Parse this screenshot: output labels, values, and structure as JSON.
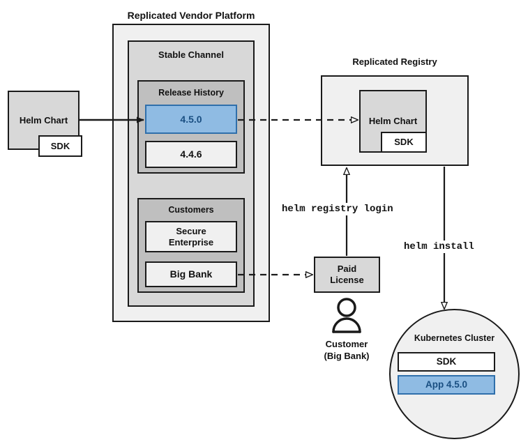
{
  "diagram": {
    "title_platform": "Replicated Vendor Platform",
    "title_registry": "Replicated Registry",
    "group_stable_channel": "Stable Channel",
    "group_release_history": "Release History",
    "group_customers": "Customers",
    "group_kubernetes_cluster": "Kubernetes Cluster"
  },
  "source": {
    "helm_chart_label": "Helm Chart",
    "sdk_label": "SDK"
  },
  "releases": [
    {
      "version": "4.5.0",
      "state": "selected"
    },
    {
      "version": "4.4.6",
      "state": "normal"
    }
  ],
  "customers": [
    {
      "name": "Secure Enterprise"
    },
    {
      "name": "Big Bank"
    }
  ],
  "registry": {
    "helm_chart_label": "Helm Chart",
    "sdk_label": "SDK"
  },
  "license": {
    "label": "Paid License"
  },
  "customer_actor": {
    "line1": "Customer",
    "line2": "(Big Bank)",
    "icon": "person-icon"
  },
  "cluster": {
    "sdk_label": "SDK",
    "app_label": "App 4.5.0"
  },
  "commands": {
    "registry_login": "helm registry login",
    "install": "helm install"
  },
  "colors": {
    "accent_blue_fill": "#8fbbe3",
    "accent_blue_border": "#2f6fab",
    "accent_blue_text": "#1a4f82",
    "stroke": "#1a1a1a",
    "fill_light": "#f0f0f0",
    "fill_mid": "#d8d8d8",
    "fill_dark": "#bfbfbf",
    "fill_white": "#ffffff"
  }
}
